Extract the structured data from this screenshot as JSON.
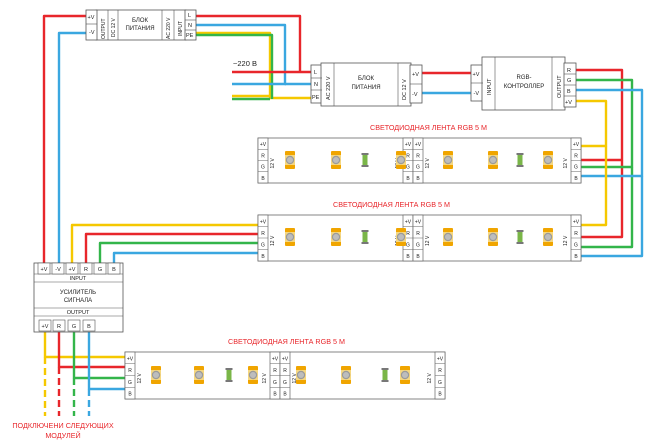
{
  "psu_top": {
    "title_line1": "БЛОК",
    "title_line2": "ПИТАНИЯ",
    "dc_label": "DC 12 V",
    "ac_label": "AC 220 V",
    "output_label": "OUTPUT",
    "input_label": "INPUT",
    "term_plus": "+V",
    "term_minus": "-V",
    "term_l": "L",
    "term_n": "N",
    "term_pe": "PE"
  },
  "mains_label": "~220 В",
  "psu_mid": {
    "title_line1": "БЛОК",
    "title_line2": "ПИТАНИЯ",
    "ac_label": "AC 220 V",
    "dc_label": "DC 12 V",
    "term_l": "L",
    "term_n": "N",
    "term_pe": "PE",
    "term_plus": "+V",
    "term_minus": "-V"
  },
  "controller": {
    "title_line1": "RGB-",
    "title_line2": "КОНТРОЛЛЕР",
    "input_label": "INPUT",
    "output_label": "OUTPUT",
    "in_plus": "+V",
    "in_minus": "-V",
    "out_r": "R",
    "out_g": "G",
    "out_b": "B",
    "out_plus": "+V"
  },
  "strips": [
    {
      "title": "СВЕТОДИОДНАЯ ЛЕНТА RGB 5 М",
      "voltage": "12 V",
      "pins": [
        "+V",
        "R",
        "G",
        "B"
      ]
    },
    {
      "title": "СВЕТОДИОДНАЯ ЛЕНТА RGB 5 М",
      "voltage": "12 V",
      "pins": [
        "+V",
        "R",
        "G",
        "B"
      ]
    },
    {
      "title": "СВЕТОДИОДНАЯ ЛЕНТА RGB 5 М",
      "voltage": "12 V",
      "pins": [
        "+V",
        "R",
        "G",
        "B"
      ]
    }
  ],
  "amplifier": {
    "title_line1": "УСИЛИТЕЛЬ",
    "title_line2": "СИГНАЛА",
    "input_label": "INPUT",
    "output_label": "OUTPUT",
    "in_terms": [
      "+V",
      "-V",
      "+V",
      "R",
      "G",
      "B"
    ],
    "out_terms": [
      "+V",
      "R",
      "G",
      "B"
    ]
  },
  "footer_line1": "ПОДКЛЮЧЕНИ СЛЕДУЮЩИХ",
  "footer_line2": "МОДУЛЕЙ",
  "colors": {
    "red": "#e8262b",
    "blue": "#3aa7e0",
    "green": "#33b54a",
    "yellow": "#f5c800",
    "box_stroke": "#555555"
  }
}
